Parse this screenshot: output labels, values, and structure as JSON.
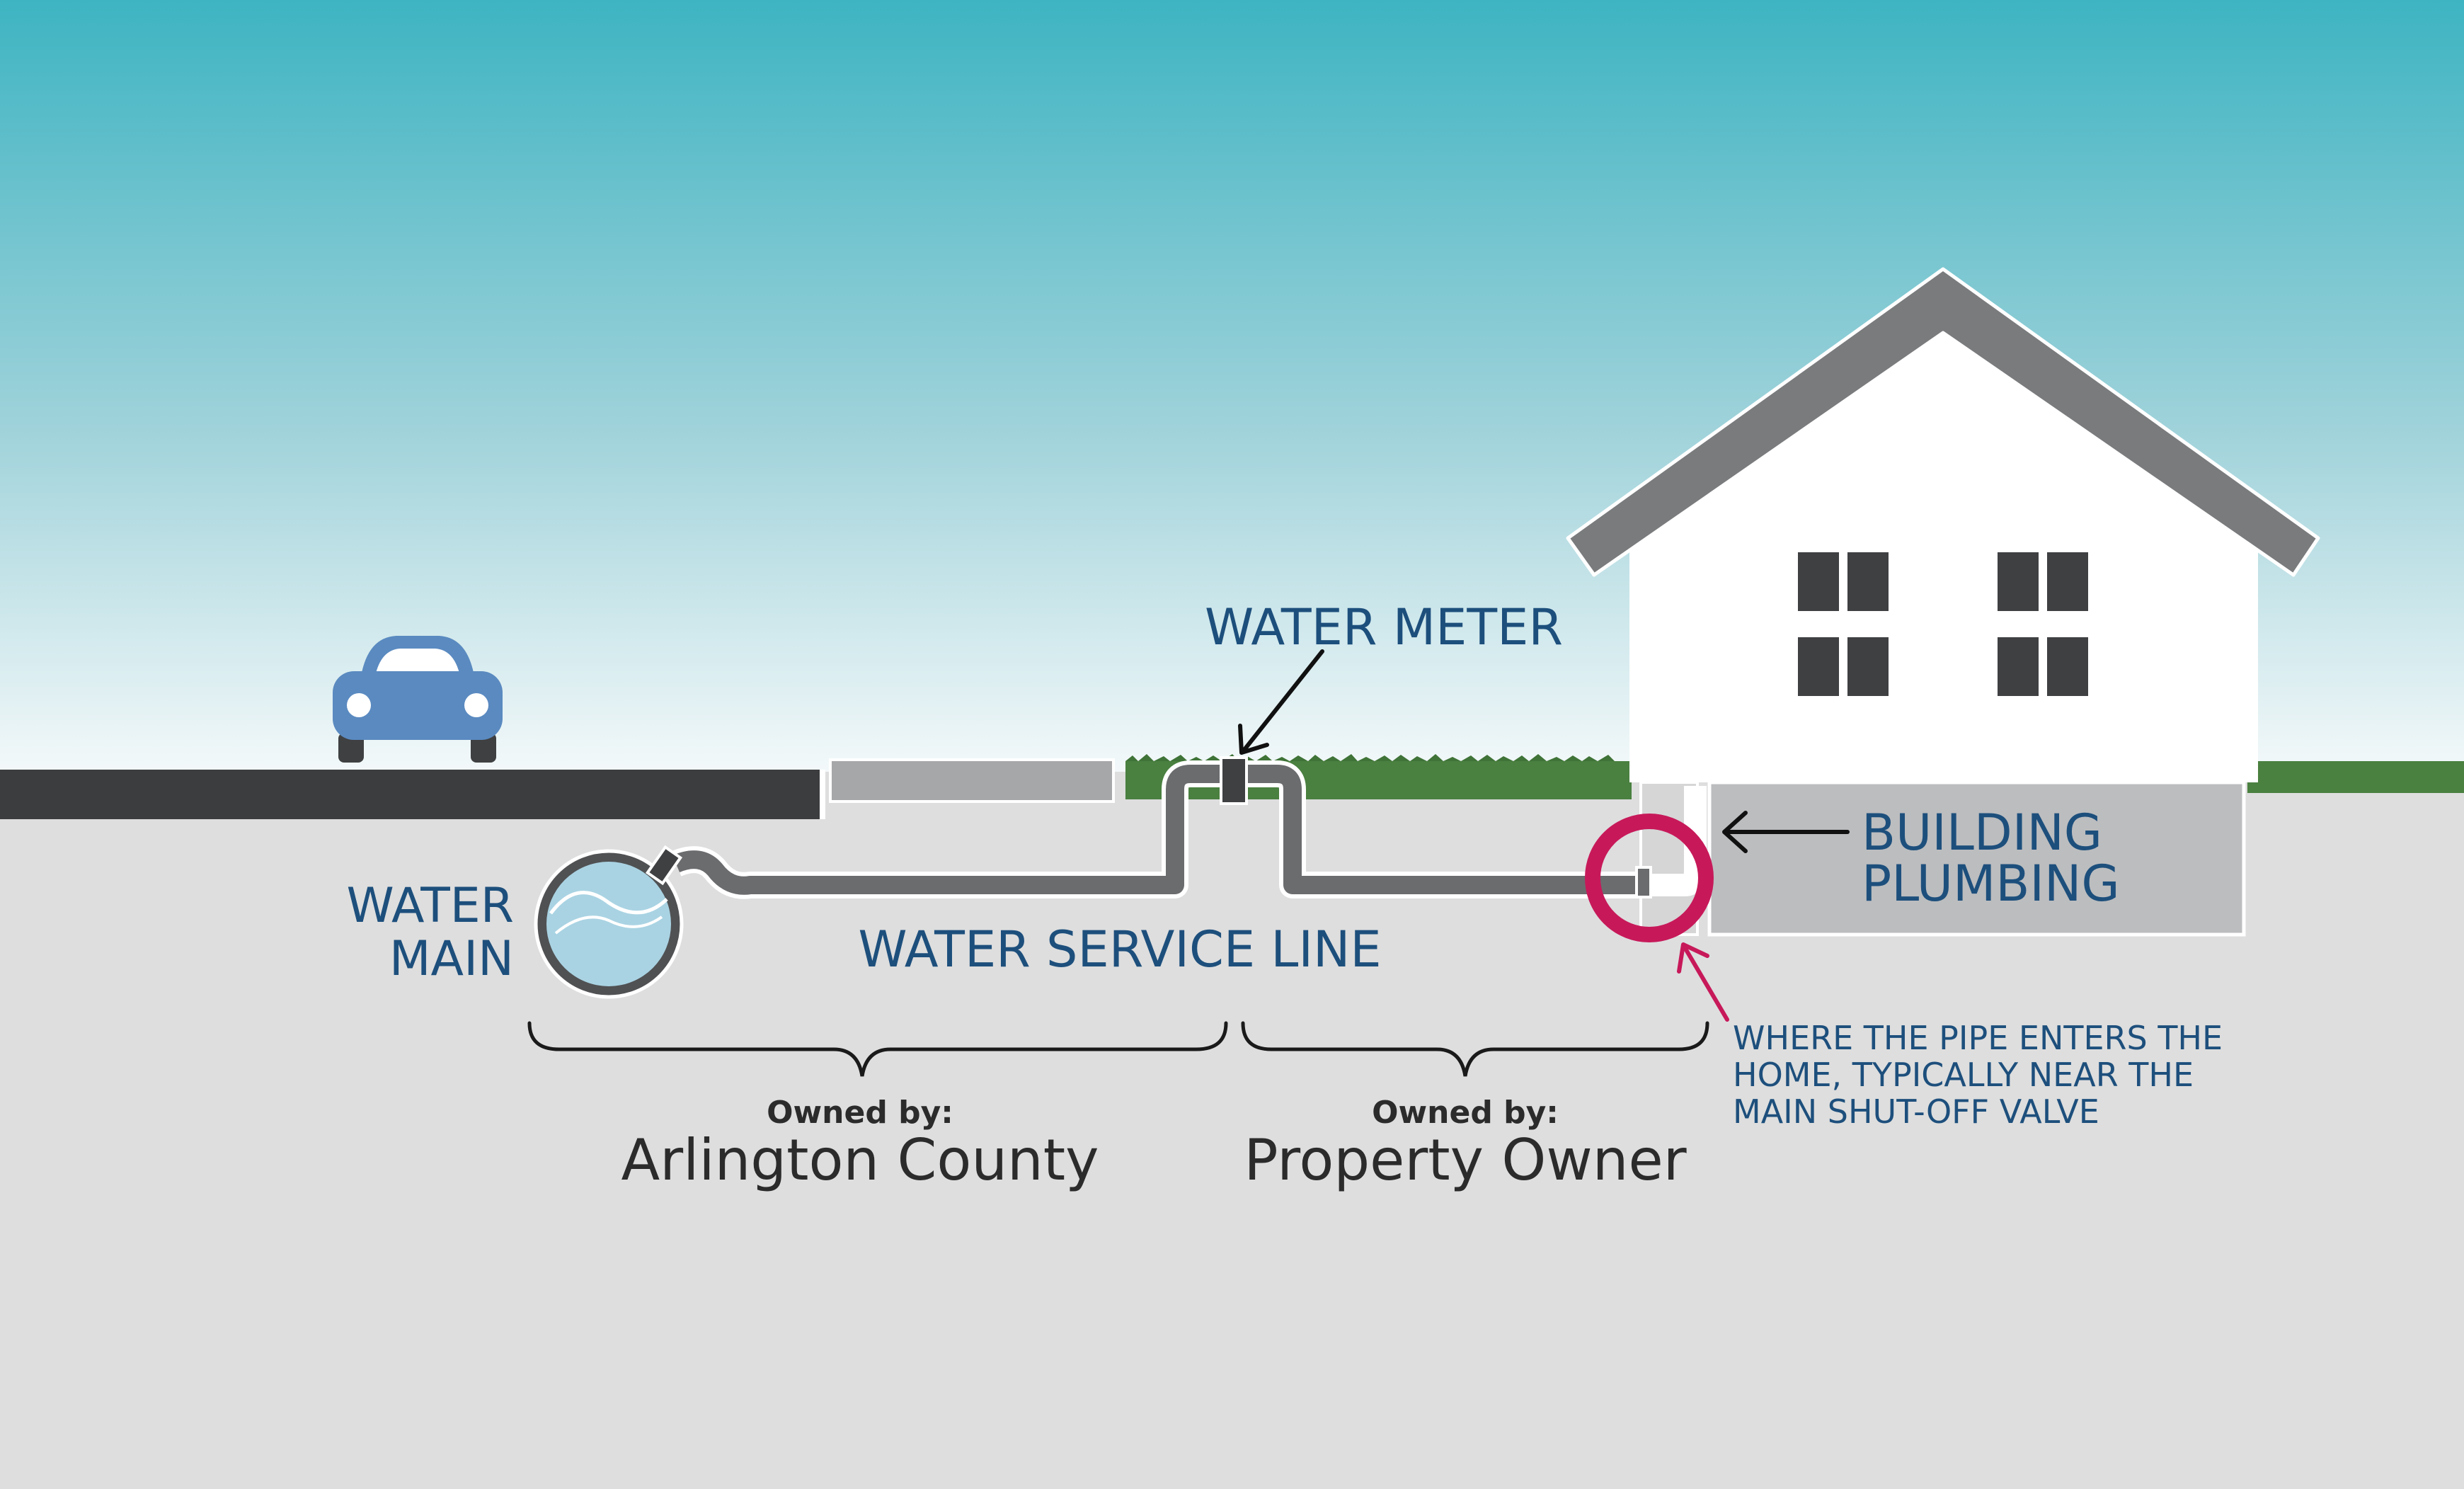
{
  "labels": {
    "water_meter": "WATER METER",
    "water_main_line1": "WATER",
    "water_main_line2": "MAIN",
    "service_line": "WATER SERVICE LINE",
    "building_line1": "BUILDING",
    "building_line2": "PLUMBING",
    "pipe_note_line1": "WHERE THE PIPE ENTERS THE",
    "pipe_note_line2": "HOME, TYPICALLY NEAR THE",
    "pipe_note_line3": "MAIN SHUT-OFF VALVE"
  },
  "ownership": {
    "left_caption": "Owned by:",
    "left_owner": "Arlington County",
    "right_caption": "Owned by:",
    "right_owner": "Property Owner"
  },
  "colors": {
    "sky_top": "#3eb4c2",
    "sky_bottom": "#f4f9fa",
    "ground": "#dedede",
    "road": "#3c3d3f",
    "sidewalk": "#a6a7a9",
    "grass": "#4a8040",
    "pipe": "#6b6c6e",
    "house": "#ffffff",
    "roof": "#7a7b7d",
    "window": "#3f4042",
    "car": "#5a8ac0",
    "water": "#a9d3e3",
    "highlight_ring": "#c7195a",
    "label_blue": "#1d4f7c",
    "label_dark": "#2b2b2b"
  }
}
